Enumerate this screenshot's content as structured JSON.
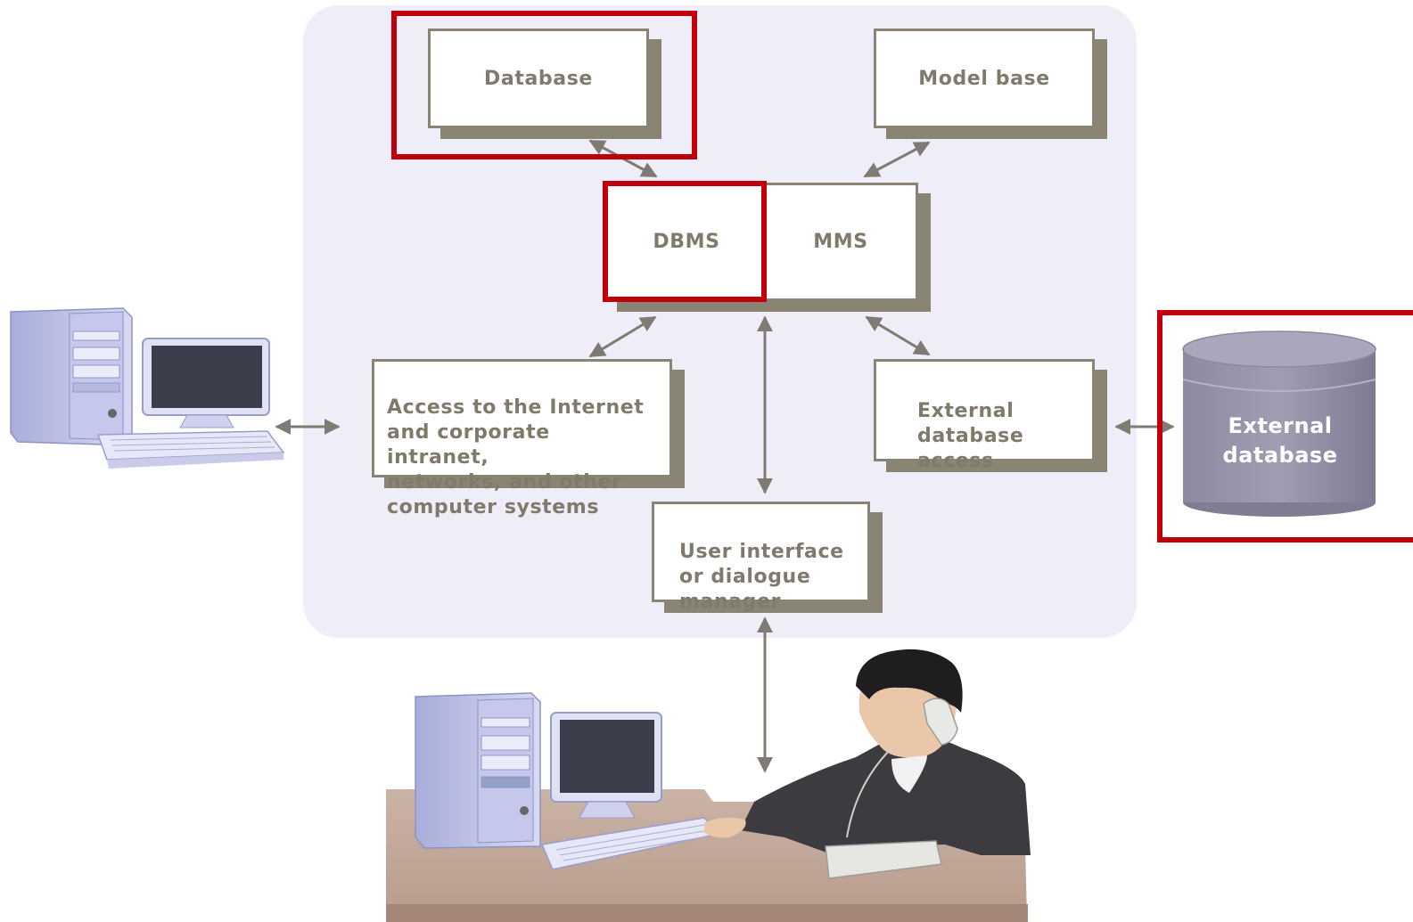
{
  "diagram": {
    "nodes": {
      "database": "Database",
      "model_base": "Model base",
      "dbms": "DBMS",
      "mms": "MMS",
      "internet_access": "Access to the Internet\nand corporate intranet,\nnetworks, and other\ncomputer systems",
      "external_access": "External\ndatabase\naccess",
      "user_interface": "User interface\nor dialogue\nmanager",
      "external_database": "External\ndatabase"
    },
    "highlighted": [
      "database",
      "dbms",
      "external_database"
    ]
  },
  "colors": {
    "panel": "#efeef8",
    "box_border": "#8a8474",
    "box_text": "#807a6c",
    "highlight": "#c0000b",
    "cylinder": "#8f8da3",
    "arrow": "#7f7b74"
  },
  "icons": [
    "computer-workstation-icon",
    "external-database-cylinder-icon",
    "businessman-at-desk-icon",
    "telephone-icon"
  ]
}
